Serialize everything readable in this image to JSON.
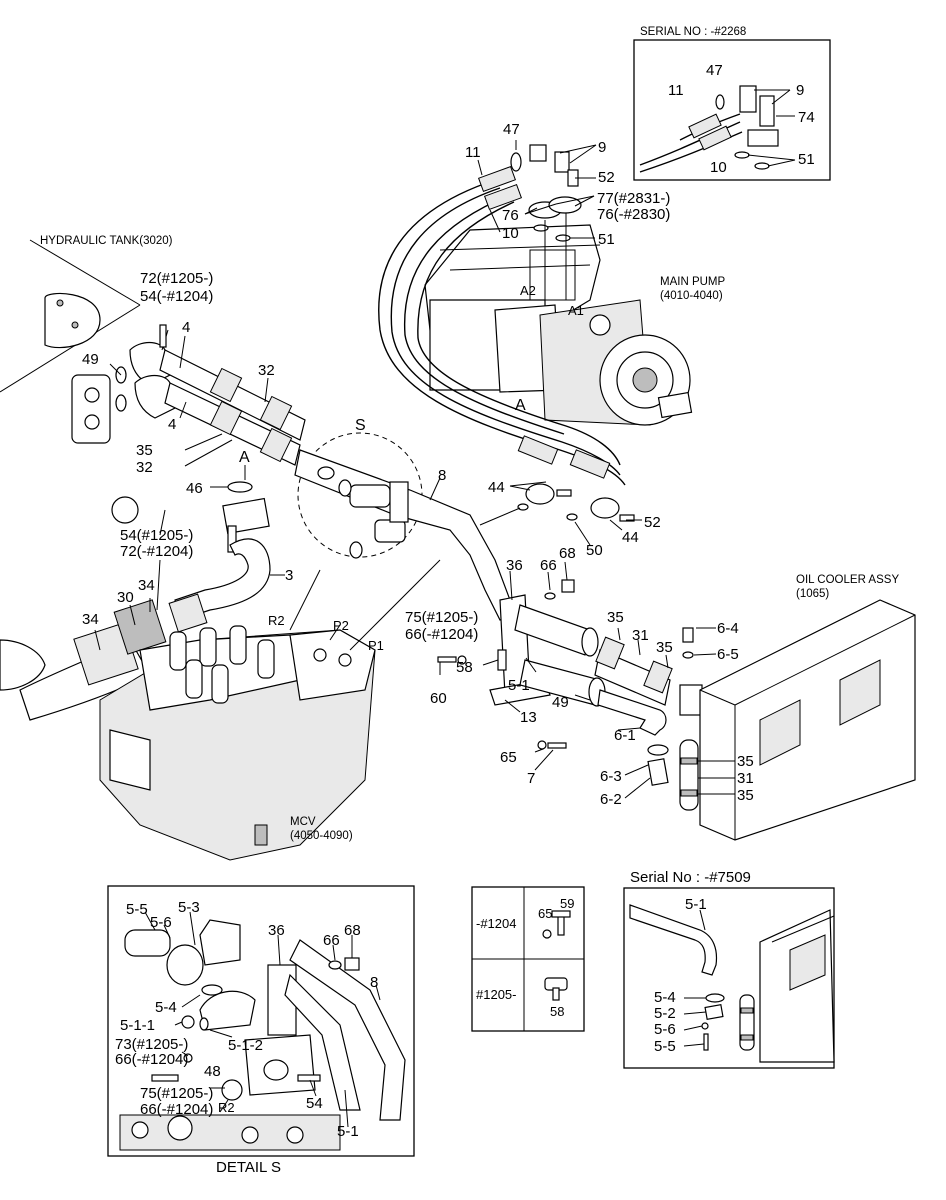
{
  "inset_top": {
    "title": "SERIAL NO : -#2268",
    "labels": [
      "47",
      "9",
      "11",
      "74",
      "10",
      "51"
    ]
  },
  "main": {
    "hydraulic_tank": "HYDRAULIC TANK(3020)",
    "main_pump": [
      "MAIN PUMP",
      "(4010-4040)"
    ],
    "oil_cooler": [
      "OIL COOLER ASSY",
      "(1065)"
    ],
    "mcv": [
      "MCV",
      "(4050-4090)"
    ],
    "ports": {
      "A": "A",
      "A1": "A1",
      "A2": "A2",
      "R2": "R2",
      "P1": "P1",
      "P2": "P2",
      "S": "S"
    },
    "labels": {
      "l11": "11",
      "l47": "47",
      "l9": "9",
      "l52a": "52",
      "l77": "77(#2831-)",
      "l76a": "76",
      "l76b": "76(-#2830)",
      "l10": "10",
      "l51": "51",
      "l72a": "72(#1205-)",
      "l54a": "54(-#1204)",
      "l4a": "4",
      "l49a": "49",
      "l32a": "32",
      "l4b": "4",
      "l35a": "35",
      "l32b": "32",
      "l46": "46",
      "l54b": "54(#1205-)",
      "l72b": "72(-#1204)",
      "l3": "3",
      "l34a": "34",
      "l30": "30",
      "l34b": "34",
      "l8": "8",
      "l44a": "44",
      "l52b": "52",
      "l44b": "44",
      "l50": "50",
      "l36": "36",
      "l66": "66",
      "l68": "68",
      "l75": "75(#1205-)",
      "l66b": "66(-#1204)",
      "l58": "58",
      "l60": "60",
      "l51b": "5-1",
      "l13": "13",
      "l49b": "49",
      "l35b": "35",
      "l31": "31",
      "l35c": "35",
      "l64": "6-4",
      "l65": "6-5",
      "l61": "6-1",
      "l65b": "65",
      "l7": "7",
      "l63": "6-3",
      "l62": "6-2",
      "l35d": "35",
      "l31b": "31",
      "l35e": "35"
    }
  },
  "detail_s": {
    "title": "DETAIL  S",
    "labels": {
      "d55": "5-5",
      "d56": "5-6",
      "d53": "5-3",
      "d36": "36",
      "d66": "66",
      "d68": "68",
      "d8": "8",
      "d54": "5-4",
      "d511": "5-1-1",
      "d512": "5-1-2",
      "d73": "73(#1205-)",
      "d66b": "66(-#1204)",
      "d48": "48",
      "d75": "75(#1205-)",
      "d66c": "66(-#1204)",
      "dR2": "R2",
      "d54b": "54",
      "d51": "5-1"
    }
  },
  "table": {
    "row1": "-#1204",
    "row2": "#1205-",
    "r1a": "65",
    "r1b": "59",
    "r2a": "58"
  },
  "inset_bottom": {
    "title": "Serial No : -#7509",
    "labels": [
      "5-1",
      "5-4",
      "5-2",
      "5-6",
      "5-5"
    ]
  }
}
